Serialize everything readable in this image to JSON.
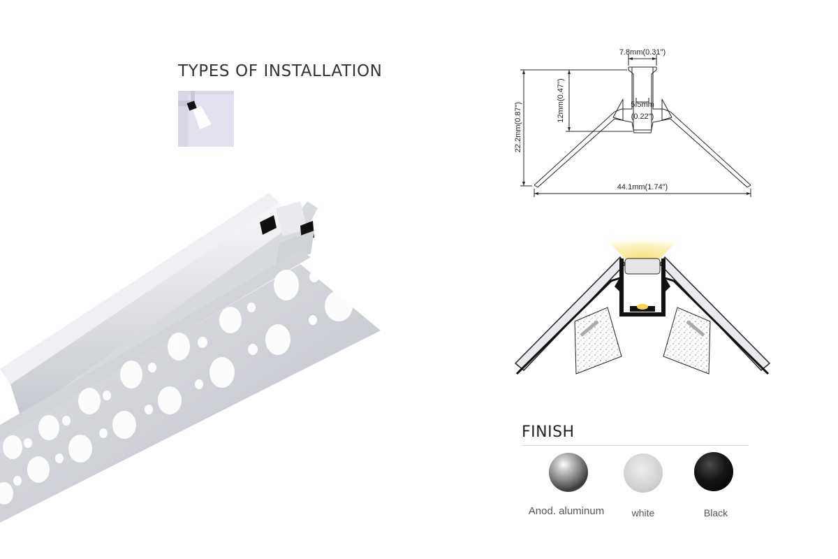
{
  "installation": {
    "title": "TYPES OF INSTALLATION",
    "icon": "corner-mount-icon"
  },
  "dimensions": {
    "top_opening": "7.8mm(0.31\")",
    "inner_height": "12mm(0.47\")",
    "inner_width": "5.5mm",
    "inner_width_in": "(0.22\")",
    "total_height": "22.2mm(0.87\")",
    "total_width": "44.1mm(1.74\")"
  },
  "finish": {
    "title": "FINISH",
    "options": [
      {
        "label": "Anod. aluminum",
        "color": "#8a8a8a"
      },
      {
        "label": "white",
        "color": "#d4d4d4"
      },
      {
        "label": "Black",
        "color": "#111111"
      }
    ]
  },
  "colors": {
    "aluminum": "#c9ccd1",
    "led_glow": "#f3e58a",
    "install_bg": "#e2e1ef"
  }
}
